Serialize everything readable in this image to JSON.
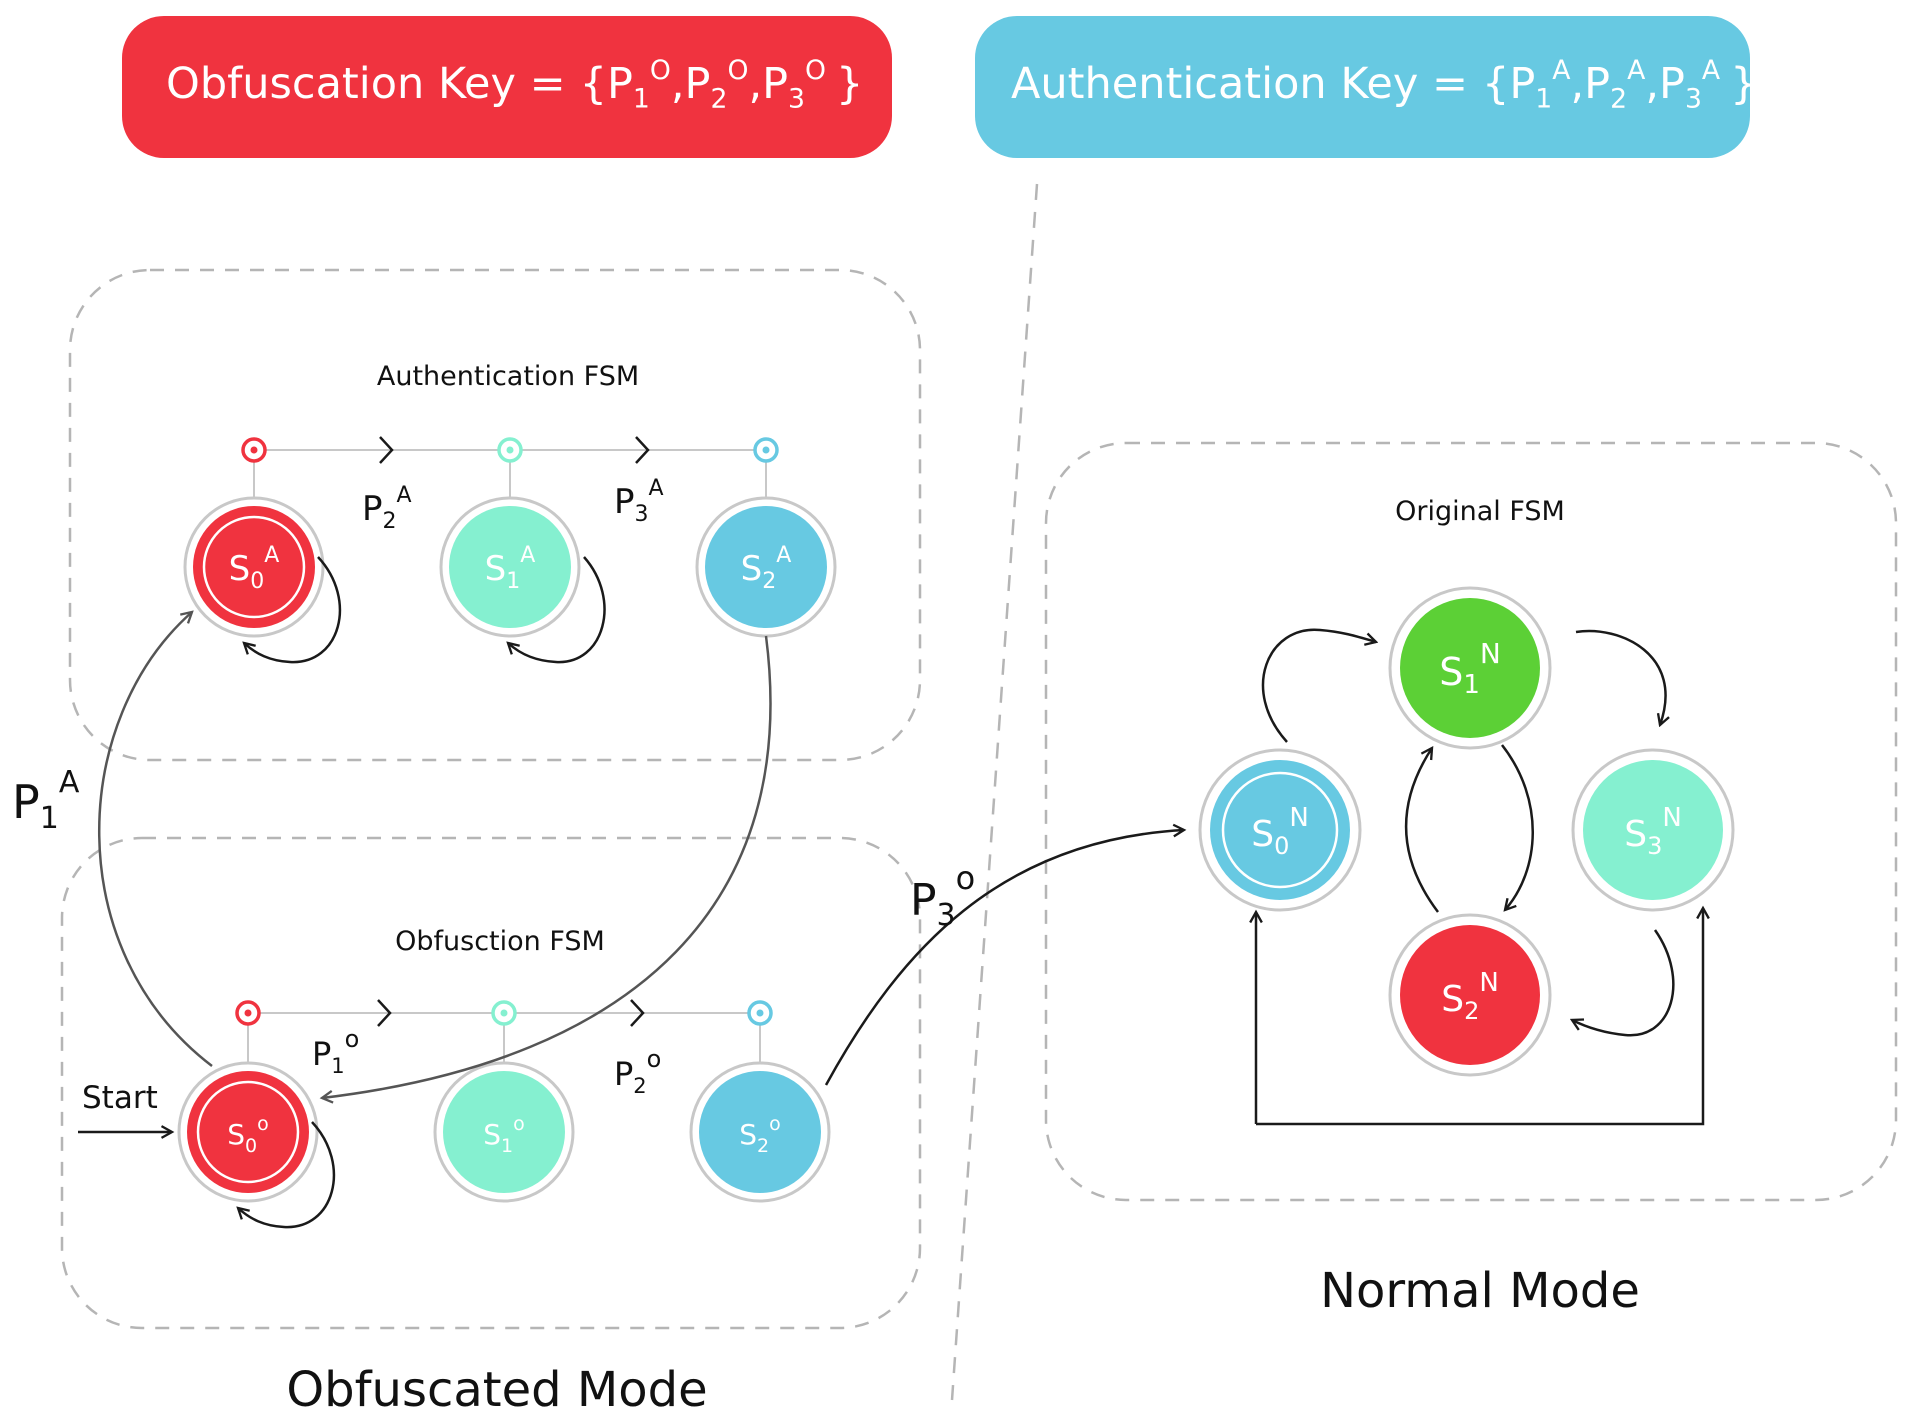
{
  "keys": {
    "obfuscation": {
      "label": "Obfuscation Key =",
      "open": "{",
      "items": [
        {
          "base": "P",
          "sub": "1",
          "sup": "O",
          "sep": ","
        },
        {
          "base": "P",
          "sub": "2",
          "sup": "O",
          "sep": ","
        },
        {
          "base": "P",
          "sub": "3",
          "sup": "O",
          "sep": ""
        }
      ],
      "close": "}",
      "color": "#f0333f"
    },
    "authentication": {
      "label": "Authentication Key =",
      "open": "{",
      "items": [
        {
          "base": "P",
          "sub": "1",
          "sup": "A",
          "sep": ","
        },
        {
          "base": "P",
          "sub": "2",
          "sup": "A",
          "sep": ","
        },
        {
          "base": "P",
          "sub": "3",
          "sup": "A",
          "sep": ""
        }
      ],
      "close": "}",
      "color": "#67c9e2"
    }
  },
  "colors": {
    "red": "#f0333f",
    "mint": "#85f0d0",
    "blue": "#67c9e2",
    "green": "#5cd036",
    "dash": "#b5b5b5",
    "arrow": "#1a1a1a"
  },
  "fsms": {
    "authentication": {
      "title": "Authentication FSM",
      "states": [
        {
          "base": "S",
          "sub": "0",
          "sup": "A",
          "color": "red",
          "accepting": true
        },
        {
          "base": "S",
          "sub": "1",
          "sup": "A",
          "color": "mint",
          "accepting": false
        },
        {
          "base": "S",
          "sub": "2",
          "sup": "A",
          "color": "blue",
          "accepting": false
        }
      ],
      "transitions": [
        {
          "base": "P",
          "sub": "2",
          "sup": "A"
        },
        {
          "base": "P",
          "sub": "3",
          "sup": "A"
        }
      ]
    },
    "obfuscation": {
      "title": "Obfusction FSM",
      "start_label": "Start",
      "states": [
        {
          "base": "S",
          "sub": "0",
          "sup": "o",
          "color": "red",
          "accepting": true
        },
        {
          "base": "S",
          "sub": "1",
          "sup": "o",
          "color": "mint",
          "accepting": false
        },
        {
          "base": "S",
          "sub": "2",
          "sup": "o",
          "color": "blue",
          "accepting": false
        }
      ],
      "transitions": [
        {
          "base": "P",
          "sub": "1",
          "sup": "o"
        },
        {
          "base": "P",
          "sub": "2",
          "sup": "o"
        }
      ]
    },
    "original": {
      "title": "Original FSM",
      "states": [
        {
          "id": "s0",
          "base": "S",
          "sub": "0",
          "sup": "N",
          "color": "blue",
          "accepting": true
        },
        {
          "id": "s1",
          "base": "S",
          "sub": "1",
          "sup": "N",
          "color": "green",
          "accepting": false
        },
        {
          "id": "s2",
          "base": "S",
          "sub": "2",
          "sup": "N",
          "color": "red",
          "accepting": false
        },
        {
          "id": "s3",
          "base": "S",
          "sub": "3",
          "sup": "N",
          "color": "mint",
          "accepting": false
        }
      ]
    }
  },
  "cross_transitions": {
    "p1a": {
      "base": "P",
      "sub": "1",
      "sup": "A"
    },
    "p3o": {
      "base": "P",
      "sub": "3",
      "sup": "o"
    }
  },
  "modes": {
    "obfuscated": "Obfuscated Mode",
    "normal": "Normal Mode"
  }
}
